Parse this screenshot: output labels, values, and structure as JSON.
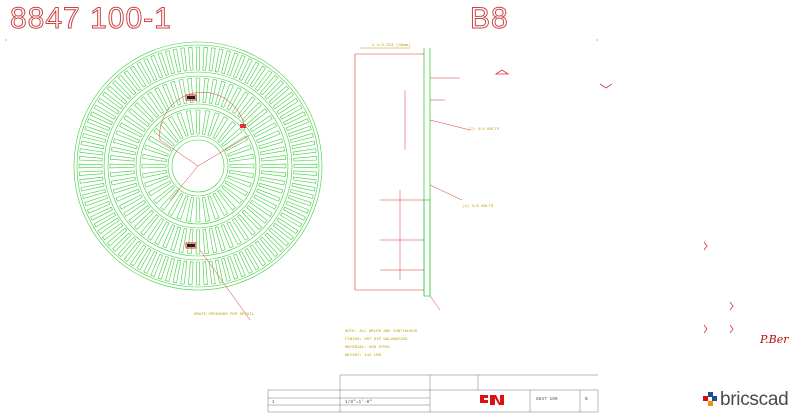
{
  "header": {
    "part_number": "8847 100-1",
    "sheet_code": "B8"
  },
  "notes": {
    "detail_callout": "1 1/2 DIA (38mm)",
    "note_a": "(2) 3/4 BOLTS",
    "note_b": "(4) 3/8 BOLTS",
    "body_1": "NOTE: ALL WELDS ARE CONTINUOUS",
    "body_2": "FINISH: HOT DIP GALVANIZED",
    "body_3": "MATERIAL: A36 STEEL",
    "body_4": "WEIGHT: 142 LBS",
    "grate_note": "GRATE OPENINGS PER DETAIL"
  },
  "title_block": {
    "drawing_no": "8847 100",
    "rev": "B",
    "scale": "1/8\"=1'-0\"",
    "sheet": "1"
  },
  "brand": {
    "name": "bricscad",
    "colors": {
      "square_a": "#e30613",
      "square_b": "#1d4f91",
      "square_c": "#f39200"
    }
  },
  "signature": "P.Ber"
}
